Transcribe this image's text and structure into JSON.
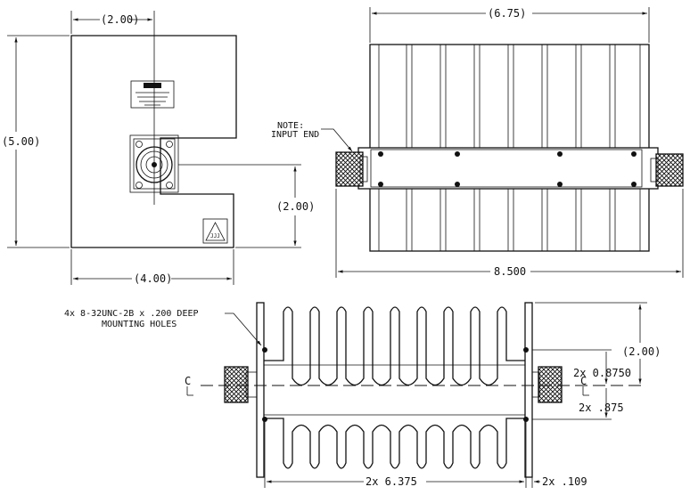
{
  "front_view": {
    "dim_width_top": "(2.00)",
    "dim_height": "(5.00)",
    "dim_connector_offset": "(2.00)",
    "dim_width_bottom": "(4.00)"
  },
  "top_view": {
    "dim_body_length": "(6.75)",
    "dim_overall_length": "8.500",
    "note_line1": "NOTE:",
    "note_line2": "INPUT END"
  },
  "side_view": {
    "holes_line1": "4x 8-32UNC-2B x .200 DEEP",
    "holes_line2": "MOUNTING HOLES",
    "centerline_symbol": "C",
    "dim_height": "(2.00)",
    "dim_upper_hole": "2x 0.8750",
    "dim_lower_hole": "2x .875",
    "dim_hole_spacing": "2x 6.375",
    "dim_edge_offset": "2x .109"
  }
}
